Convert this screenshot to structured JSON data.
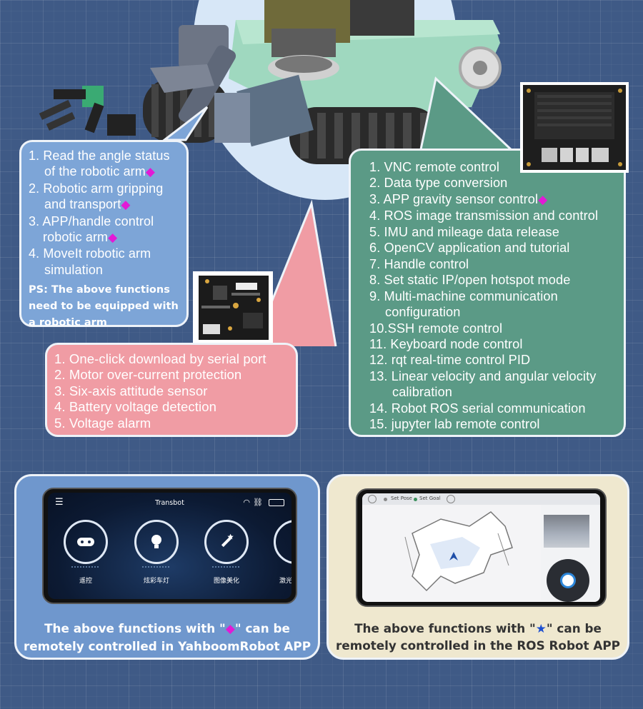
{
  "arm_panel": {
    "items": [
      {
        "n": "1.",
        "line1": "Read the angle status",
        "line2": "of the robotic arm",
        "marker": "◆"
      },
      {
        "n": "2.",
        "line1": "Robotic arm gripping",
        "line2": "and transport",
        "marker": "◆"
      },
      {
        "n": "3.",
        "line1": "APP/handle control",
        "line2": "robotic arm",
        "marker": "◆"
      },
      {
        "n": "4.",
        "line1": "MoveIt robotic arm",
        "line2": "simulation",
        "marker": ""
      }
    ],
    "ps_line1": "PS: The above functions",
    "ps_line2": "need to be equipped with",
    "ps_line3": "a robotic arm"
  },
  "driver_panel": {
    "items": [
      "1. One-click download by serial port",
      "2. Motor over-current protection",
      "3. Six-axis attitude sensor",
      "4. Battery voltage detection",
      "5. Voltage alarm"
    ]
  },
  "jetson_panel": {
    "items": [
      {
        "text": "1. VNC remote control"
      },
      {
        "text": "2. Data type conversion"
      },
      {
        "text": "3. APP gravity sensor control",
        "marker": "◆"
      },
      {
        "text": "4. ROS image transmission and control"
      },
      {
        "text": "5. IMU and mileage data release"
      },
      {
        "text": "6. OpenCV application and tutorial"
      },
      {
        "text": "7. Handle control"
      },
      {
        "text": "8. Set static IP/open hotspot mode"
      },
      {
        "text": "9. Multi-machine communication",
        "cont": "configuration"
      },
      {
        "text": "10.SSH remote control"
      },
      {
        "text": "11. Keyboard node control"
      },
      {
        "text": "12. rqt real-time control PID"
      },
      {
        "text": "13. Linear velocity and angular velocity",
        "cont": "calibration"
      },
      {
        "text": "14. Robot ROS serial communication"
      },
      {
        "text": "15. jupyter lab remote control"
      }
    ]
  },
  "app_card": {
    "caption_pre": "The above functions with \"",
    "marker": "◆",
    "caption_post": "\" can be",
    "caption_line2": "remotely controlled in YahboomRobot APP",
    "phone": {
      "title": "Transbot",
      "buttons": [
        "遥控",
        "炫彩车灯",
        "图像美化",
        "激光"
      ]
    }
  },
  "ros_card": {
    "caption_pre": "The above functions with \"",
    "marker": "★",
    "caption_post": "\" can be",
    "caption_line2": "remotely controlled in the ROS Robot APP",
    "phone": {
      "set_pose": "Set Pose",
      "set_goal": "Set Goal"
    }
  },
  "colors": {
    "background": "#3f5a86",
    "arm_panel": "#7da5d7",
    "driver_panel": "#f09ca4",
    "jetson_panel": "#5b9a86",
    "diamond": "#e21ad6",
    "star": "#1d4fd0"
  }
}
